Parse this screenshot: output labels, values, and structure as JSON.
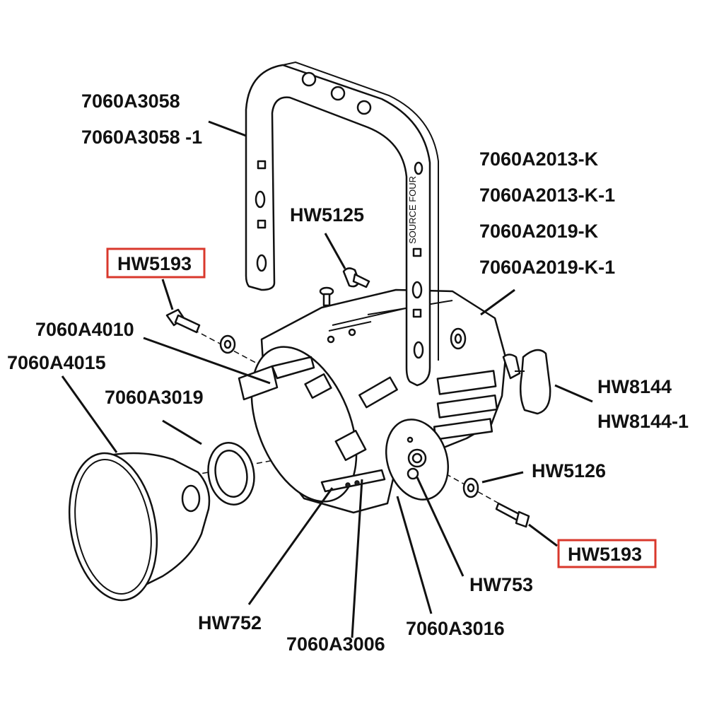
{
  "colors": {
    "highlight": "#d9382c",
    "ink": "#111111"
  },
  "labels": {
    "yoke_a": "7060A3058",
    "yoke_b": "7060A3058 -1",
    "body_a": "7060A2013-K",
    "body_b": "7060A2013-K-1",
    "body_c": "7060A2019-K",
    "body_d": "7060A2019-K-1",
    "screw_top": "HW5125",
    "bolt_left": "HW5193",
    "clip_left": "7060A4010",
    "reflector": "7060A4015",
    "ring": "7060A3019",
    "knob_a": "HW8144",
    "knob_b": "HW8144-1",
    "washer_right": "HW5126",
    "bolt_right": "HW5193",
    "hw753": "HW753",
    "hw752": "HW752",
    "bracket": "7060A3006",
    "plate": "7060A3016"
  },
  "yoke_text": "SOURCE FOUR",
  "icons": [
    "yoke",
    "lamp-body",
    "reflector",
    "ring",
    "knob",
    "bolt",
    "washer",
    "screw"
  ]
}
